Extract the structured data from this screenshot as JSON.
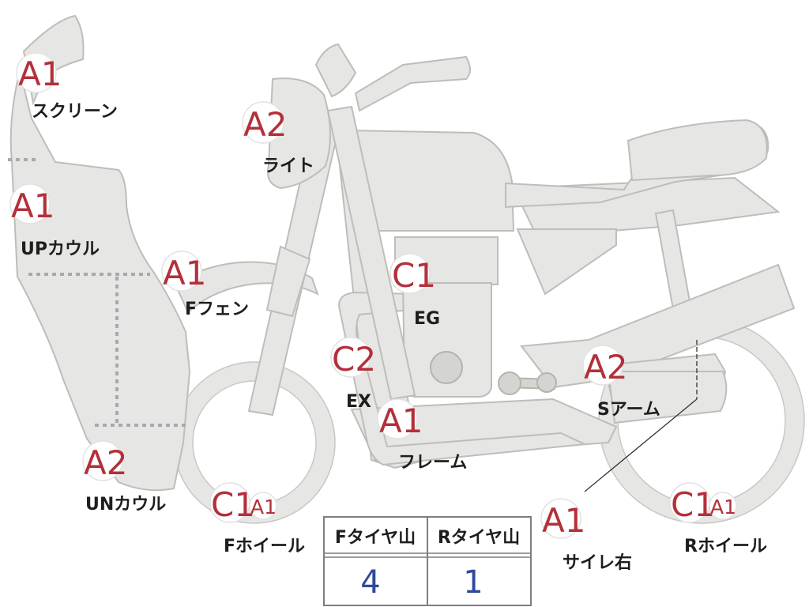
{
  "parts": {
    "screen": {
      "grade": "A1",
      "label": "スクリーン"
    },
    "light": {
      "grade": "A2",
      "label": "ライト"
    },
    "up_cowl": {
      "grade": "A1",
      "label": "UPカウル"
    },
    "f_fender": {
      "grade": "A1",
      "label": "Fフェン"
    },
    "engine": {
      "grade": "C1",
      "label": "EG"
    },
    "exhaust": {
      "grade": "C2",
      "label": "EX"
    },
    "frame": {
      "grade": "A1",
      "label": "フレーム"
    },
    "swing_arm": {
      "grade": "A2",
      "label": "Sアーム"
    },
    "un_cowl": {
      "grade": "A2",
      "label": "UNカウル"
    },
    "f_wheel": {
      "grade": "C1",
      "grade_secondary": "A1",
      "label": "Fホイール"
    },
    "muffler_right": {
      "grade": "A1",
      "label": "サイレ右"
    },
    "r_wheel": {
      "grade": "C1",
      "grade_secondary": "A1",
      "label": "Rホイール"
    }
  },
  "tread_table": {
    "headers": [
      "Fタイヤ山",
      "Rタイヤ山"
    ],
    "values": [
      "4",
      "1"
    ]
  },
  "colors": {
    "grade_text": "#b3303a",
    "table_value": "#2e4a9a",
    "part_fill": "#e6e6e4",
    "divider": "#a8a8ad"
  }
}
